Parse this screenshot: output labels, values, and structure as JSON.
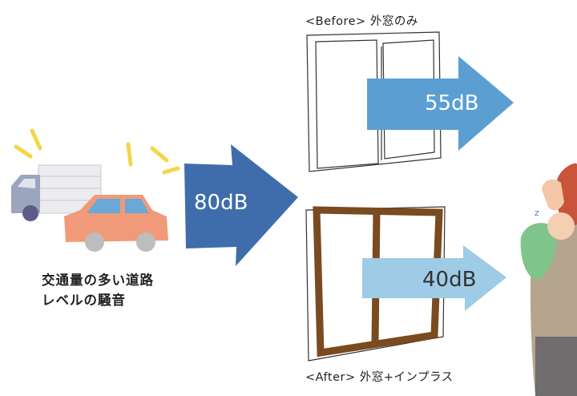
{
  "before_caption": "<Before> 外窓のみ",
  "after_caption": "<After> 外窓+インプラス",
  "noise_source": {
    "line1": "交通量の多い道路",
    "line2": "レベルの騒音"
  },
  "levels": {
    "outside": "80dB",
    "before": "55dB",
    "after": "40dB"
  },
  "colors": {
    "arrow_outside": "#3f6dab",
    "arrow_before": "#5b9fd2",
    "arrow_after": "#9ecbe6",
    "frame_after": "#7a4a20",
    "car": "#f19a7a",
    "truck": "#9ba5bd",
    "sound_lines": "#f3d64a"
  }
}
